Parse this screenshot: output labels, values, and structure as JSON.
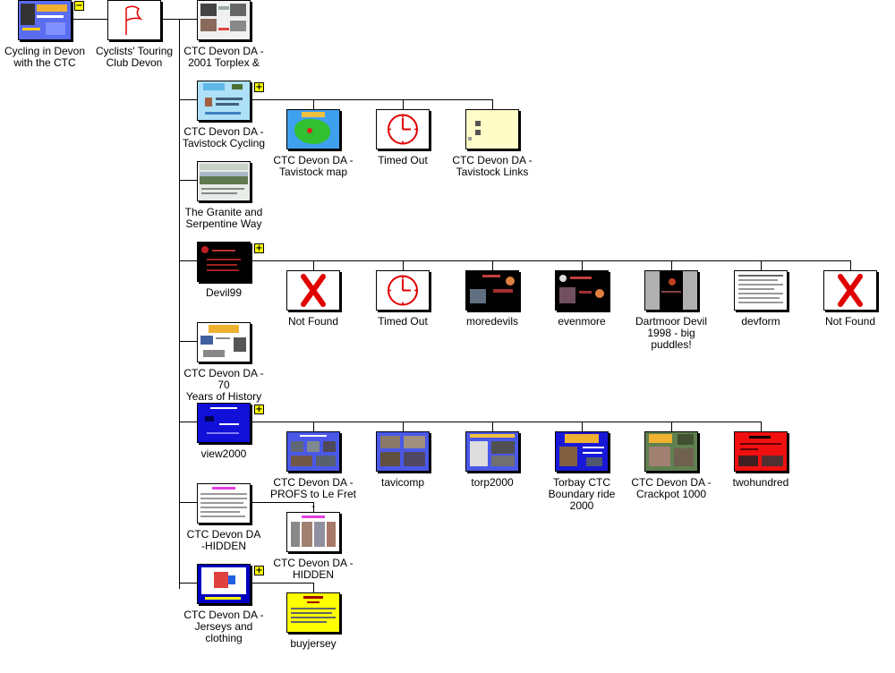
{
  "nodes": {
    "cycling_devon": {
      "label": "Cycling in Devon\nwith the CTC",
      "expander": "−"
    },
    "ctc_club": {
      "label": "Cyclists' Touring\nClub Devon"
    },
    "torplex": {
      "label": "CTC Devon DA -\n2001 Torplex &"
    },
    "tavistock_cycling": {
      "label": "CTC Devon DA -\nTavistock Cycling",
      "expander": "+"
    },
    "tavistock_map": {
      "label": "CTC Devon DA -\nTavistock map"
    },
    "timed_out_1": {
      "label": "Timed Out"
    },
    "tavistock_links": {
      "label": "CTC Devon DA -\nTavistock Links"
    },
    "granite": {
      "label": "The Granite and\nSerpentine Way"
    },
    "devil99": {
      "label": "Devil99",
      "expander": "+"
    },
    "not_found_1": {
      "label": "Not Found"
    },
    "timed_out_2": {
      "label": "Timed Out"
    },
    "moredevils": {
      "label": "moredevils"
    },
    "evenmore": {
      "label": "evenmore"
    },
    "dartmoor_devil": {
      "label": "Dartmoor Devil\n1998 - big puddles!"
    },
    "devform": {
      "label": "devform"
    },
    "not_found_2": {
      "label": "Not Found"
    },
    "seventy_years": {
      "label": "CTC Devon DA - 70\nYears of History"
    },
    "view2000": {
      "label": "view2000",
      "expander": "+"
    },
    "profs": {
      "label": "CTC Devon DA -\nPROFS to Le Fret -"
    },
    "tavicomp": {
      "label": "tavicomp"
    },
    "torp2000": {
      "label": "torp2000"
    },
    "torbay": {
      "label": "Torbay CTC\nBoundary ride 2000"
    },
    "crackpot": {
      "label": "CTC Devon DA -\nCrackpot 1000"
    },
    "twohundred": {
      "label": "twohundred"
    },
    "hidden_1": {
      "label": "CTC Devon DA\n-HIDDEN"
    },
    "hidden_2": {
      "label": "CTC Devon DA -\nHIDDEN"
    },
    "jerseys": {
      "label": "CTC Devon DA -\nJerseys and clothing",
      "expander": "+"
    },
    "buyjersey": {
      "label": "buyjersey"
    }
  },
  "colors": {
    "line": "#000000",
    "expander": "#ffff00",
    "clock": "#e00000",
    "cross": "#e00000"
  }
}
